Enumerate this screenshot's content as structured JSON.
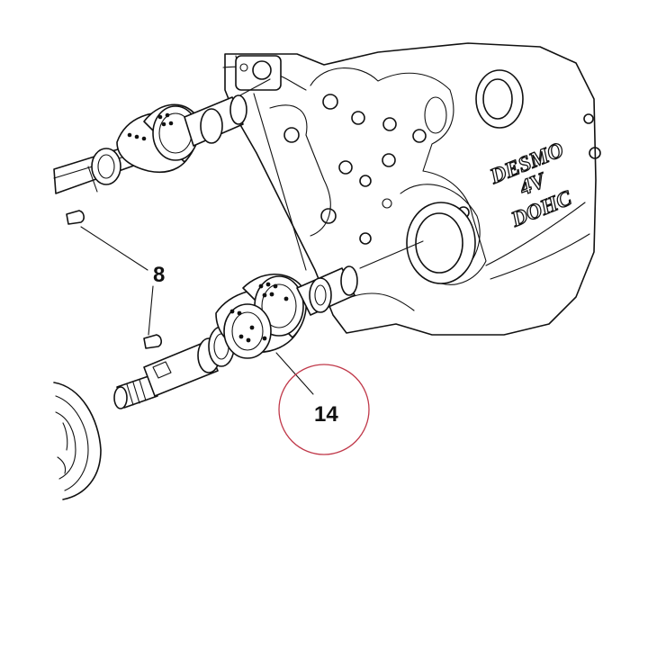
{
  "callouts": {
    "key_label": "8",
    "camshaft_label": "14"
  },
  "casting_text": {
    "line1": "DESMO",
    "line2": "4V",
    "line3": "DOHC"
  },
  "colors": {
    "line": "#111111",
    "highlight_circle": "#c0394a",
    "background": "#ffffff"
  }
}
